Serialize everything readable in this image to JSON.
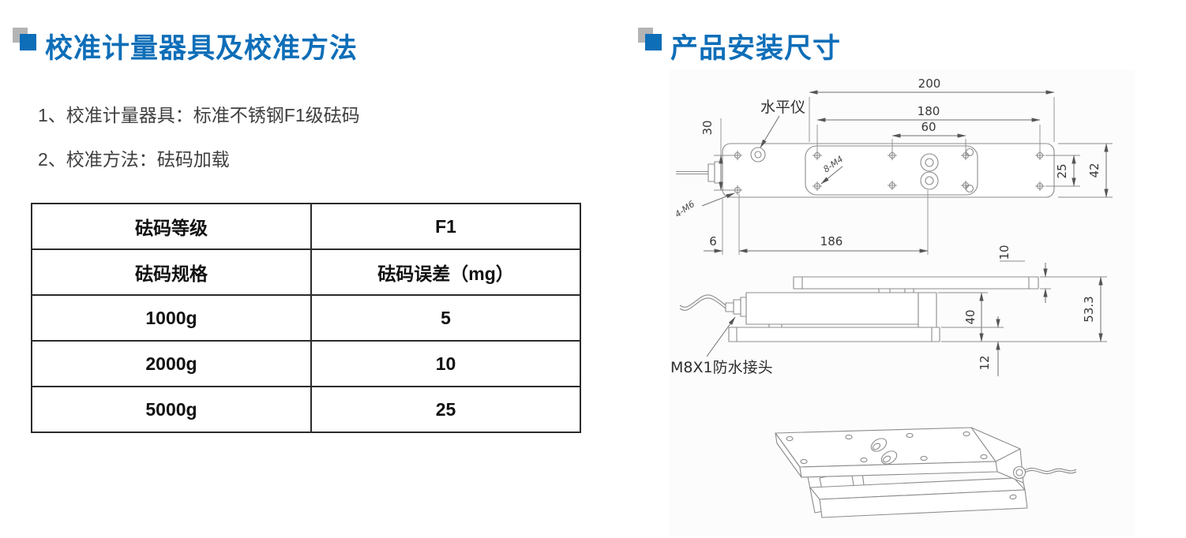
{
  "theme": {
    "accent_blue": "#0e6eb8",
    "bullet_shadow_gray": "#b4b4b4",
    "table_border": "#2b2b2b"
  },
  "left_section": {
    "title": "校准计量器具及校准方法",
    "items": [
      "1、校准计量器具：标准不锈钢F1级砝码",
      "2、校准方法：砝码加载"
    ],
    "table": {
      "rows": [
        {
          "c1": "砝码等级",
          "c2": "F1"
        },
        {
          "c1": "砝码规格",
          "c2": "砝码误差（mg）"
        },
        {
          "c1": "1000g",
          "c2": "5"
        },
        {
          "c1": "2000g",
          "c2": "10"
        },
        {
          "c1": "5000g",
          "c2": "25"
        }
      ]
    }
  },
  "right_section": {
    "title": "产品安装尺寸",
    "drawing": {
      "labels": {
        "level_indicator": "水平仪",
        "screws_top": "8-M4",
        "screws_side": "4-M6",
        "waterproof_connector": "M8X1防水接头"
      },
      "dimensions": {
        "length_outer": "200",
        "length_inner": "180",
        "hole_span": "60",
        "height_left": "30",
        "hole_pitch_right": "25",
        "plate_width": "42",
        "edge_offset": "6",
        "base_length": "186",
        "top_plate_thickness": "10",
        "body_height": "40",
        "total_height": "53.3",
        "base_thickness": "12"
      }
    }
  }
}
